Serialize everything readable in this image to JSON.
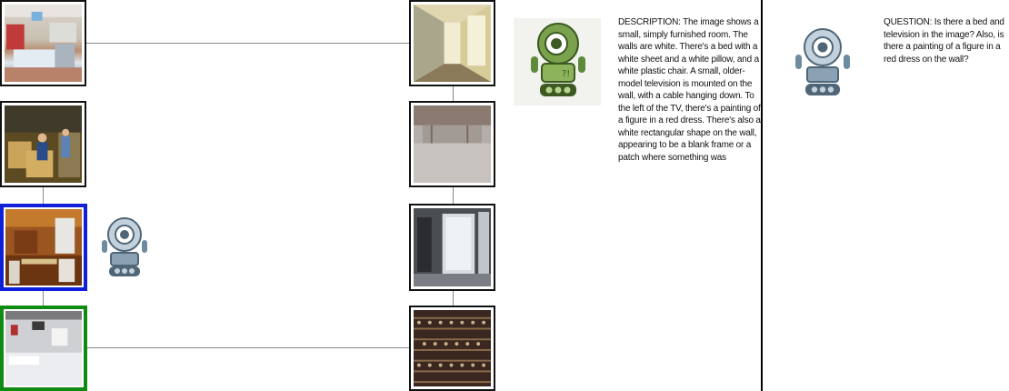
{
  "graph": {
    "left_column": [
      {
        "image": "classroom scene"
      },
      {
        "image": "warehouse with boxes and people"
      },
      {
        "image": "hotel room with wooden walls",
        "selected": "blue"
      },
      {
        "image": "small room with white bed and TV",
        "selected": "green"
      }
    ],
    "right_column": [
      {
        "image": "narrow hallway"
      },
      {
        "image": "empty basement"
      },
      {
        "image": "room with white door"
      },
      {
        "image": "wine cellar racks"
      }
    ]
  },
  "describer": {
    "icon": "robot-green-icon",
    "text": "DESCRIPTION: The image shows a small, simply furnished room. The walls are white. There's a bed with a white sheet and a white pillow, and a white plastic chair. A small, older-model television is mounted on the wall, with a cable hanging down. To the left of the TV, there's a painting of a figure in a red dress. There's also a white rectangular shape on the wall, appearing to be a blank frame or a patch where something was"
  },
  "questioner": {
    "icon": "robot-blue-icon",
    "text": "QUESTION: Is there a bed and television in the image? Also, is there a painting of a figure in a red dress on the wall?"
  },
  "colors": {
    "selected_blue": "#1020d8",
    "selected_green": "#0f8a12",
    "robot_blue": "#6f8ba0",
    "robot_green": "#5e8a3a"
  }
}
